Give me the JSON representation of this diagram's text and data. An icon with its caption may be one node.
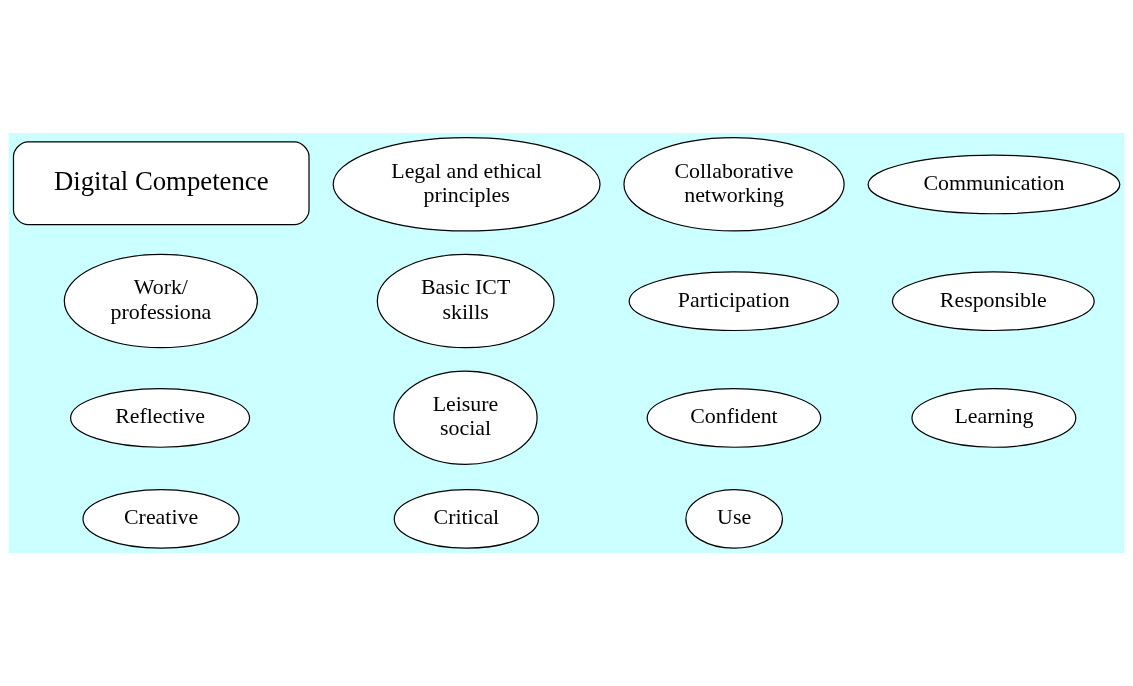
{
  "diagram": {
    "nodes": [
      {
        "text": [
          "Reflective"
        ]
      },
      {
        "text": [
          "Responsible"
        ]
      },
      {
        "text": [
          "Confident"
        ]
      },
      {
        "text": [
          "Basic ICT skills"
        ]
      },
      {
        "text": [
          "Legal and ethical principles"
        ]
      },
      {
        "text": [
          "Creative"
        ]
      },
      {
        "text": [
          "Critical"
        ]
      },
      {
        "text": [
          "Use"
        ]
      },
      {
        "text": [
          "Digital Competence"
        ]
      },
      {
        "text": [
          "Leisure social"
        ]
      },
      {
        "text": [
          "Collaborative networking"
        ]
      },
      {
        "text": [
          "Communication"
        ]
      },
      {
        "text": [
          "Work/ professiona"
        ]
      },
      {
        "text": [
          "Learning"
        ]
      },
      {
        "text": [
          "Participation"
        ]
      }
    ],
    "edges": []
  }
}
